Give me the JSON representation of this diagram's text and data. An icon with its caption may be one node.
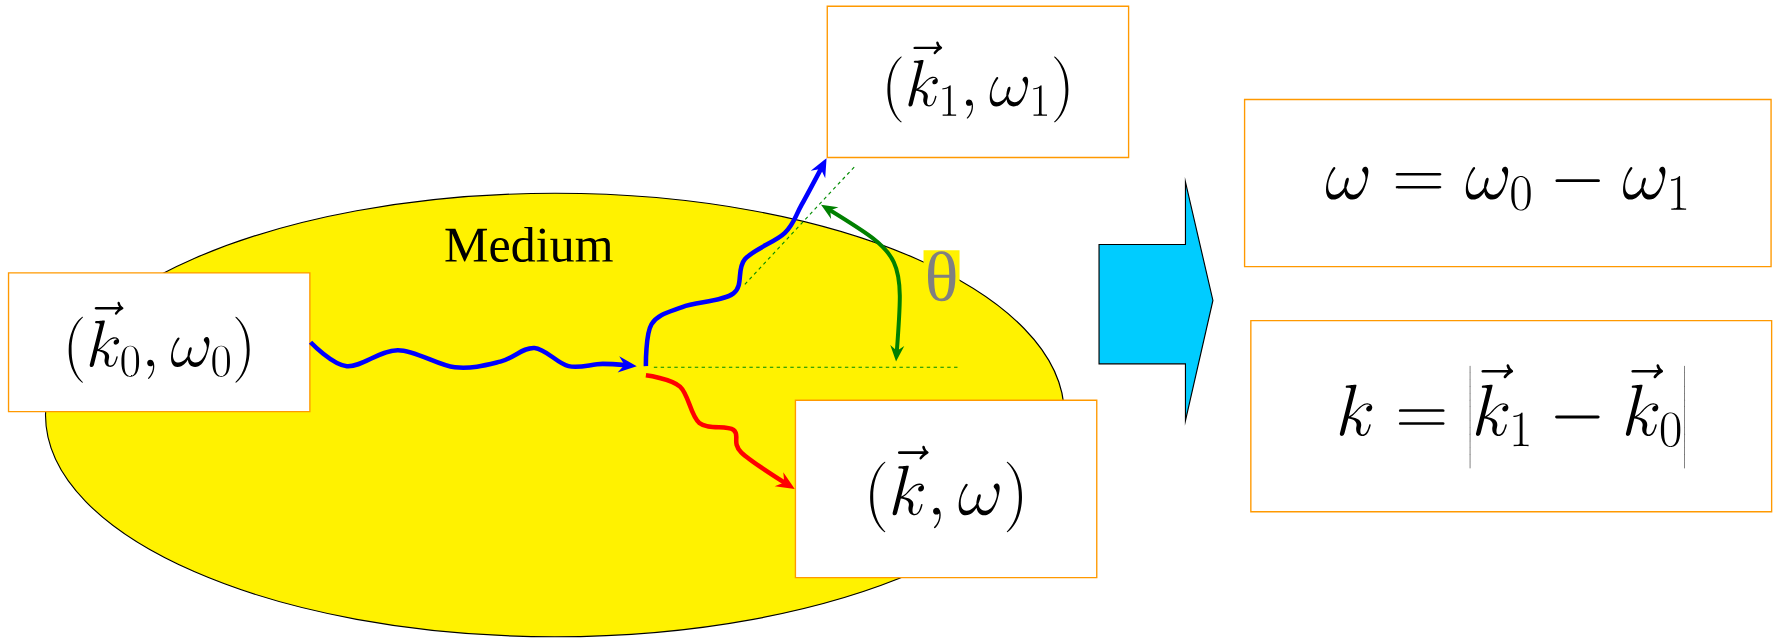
{
  "diagram": {
    "nodes": [
      {
        "text": [
          "Medium"
        ]
      },
      {
        "text": [
          "(\\vec{k}_0,\\omega_0)"
        ]
      },
      {
        "text": [
          "(\\vec{k}_1,\\omega_1)"
        ]
      },
      {
        "text": [
          "(\\vec{k},\\omega)"
        ]
      },
      {
        "text": [
          "\\omega=\\omega_0-\\omega_1"
        ]
      },
      {
        "text": [
          "k=\\left|\\vec{k}_1-\\vec{k}_0\\right|"
        ]
      }
    ],
    "edges": [
      {
        "from": 1,
        "to": 0,
        "arrow": "to",
        "color": "#0000ff"
      },
      {
        "from": 0,
        "to": 2,
        "arrow": "to",
        "color": "#0000ff"
      },
      {
        "from": 0,
        "to": 3,
        "arrow": "to",
        "color": "#ff0000"
      },
      {
        "from": 0,
        "to": 4,
        "arrow": "to",
        "color": "#00ccff"
      },
      {
        "from": 0,
        "to": 5,
        "arrow": "to",
        "color": "#00ccff"
      }
    ],
    "labels": [
      "θ"
    ]
  }
}
